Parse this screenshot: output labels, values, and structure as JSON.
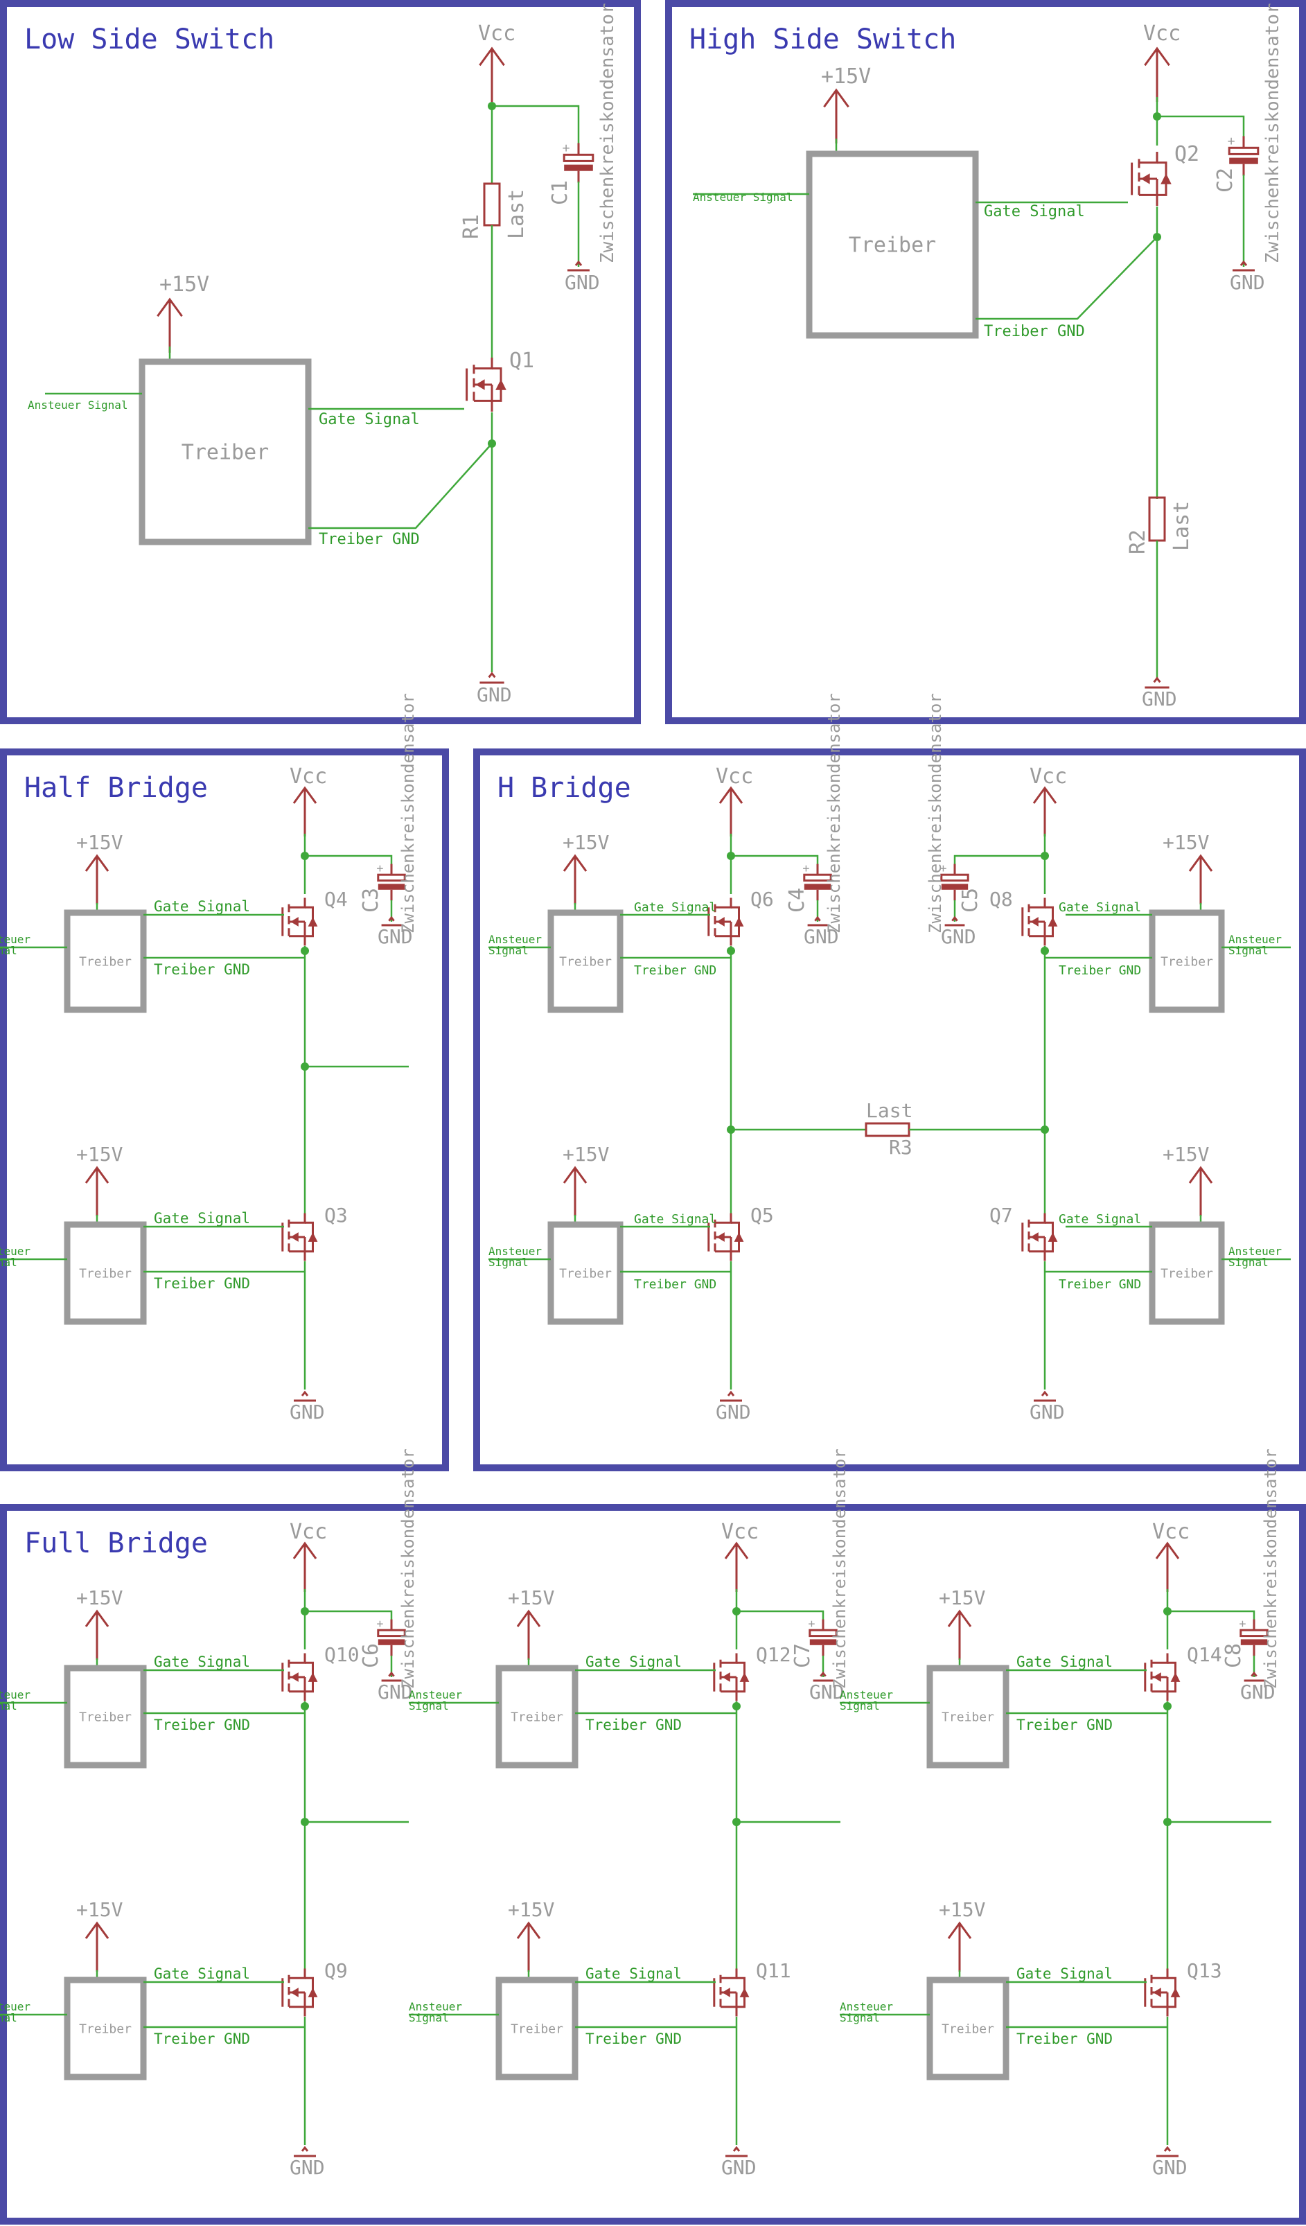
{
  "titles": {
    "low_side": "Low Side Switch",
    "high_side": "High Side Switch",
    "half_bridge": "Half Bridge",
    "h_bridge": "H Bridge",
    "full_bridge": "Full Bridge"
  },
  "labels": {
    "vcc": "Vcc",
    "gnd": "GND",
    "p15v": "+15V",
    "driver": "Treiber",
    "input_signal": "Ansteuer Signal",
    "input_signal_l1": "Ansteuer",
    "input_signal_l2": "Signal",
    "gate_signal": "Gate Signal",
    "driver_gnd": "Treiber GND",
    "dc_link_cap": "Zwischenkreiskondensator",
    "load": "Last"
  },
  "designators": {
    "low_side": {
      "cap": "C1",
      "res": "R1",
      "fet": "Q1"
    },
    "high_side": {
      "cap": "C2",
      "res": "R2",
      "fet": "Q2"
    },
    "half_bridge": {
      "cap": "C3",
      "fet_high": "Q4",
      "fet_low": "Q3"
    },
    "h_bridge": {
      "cap_left": "C4",
      "cap_right": "C5",
      "fet_left_high": "Q6",
      "fet_left_low": "Q5",
      "fet_right_high": "Q8",
      "fet_right_low": "Q7",
      "res": "R3"
    },
    "full_bridge": [
      {
        "cap": "C6",
        "fet_high": "Q10",
        "fet_low": "Q9"
      },
      {
        "cap": "C7",
        "fet_high": "Q12",
        "fet_low": "Q11"
      },
      {
        "cap": "C8",
        "fet_high": "Q14",
        "fet_low": "Q13"
      }
    ]
  },
  "colors": {
    "frame": "#4b4aa6",
    "title": "#3a3ab0",
    "wire": "#3fa83a",
    "symbol": "#a33a3a",
    "driver_box": "#9b9b9b",
    "label": "#9a9a9a"
  }
}
